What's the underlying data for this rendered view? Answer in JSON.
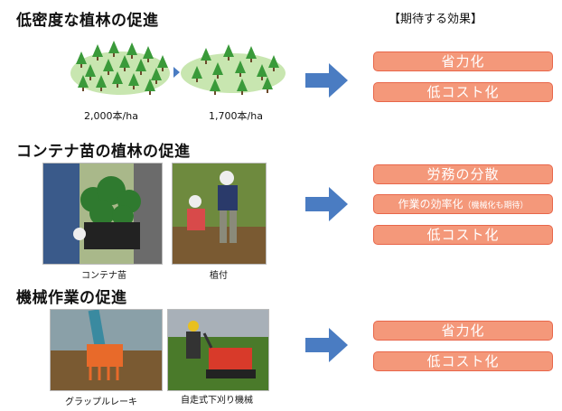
{
  "sections": [
    {
      "heading": "低密度な植林の促進",
      "captions": [
        "2,000本/ha",
        "1,700本/ha"
      ],
      "effects": [
        {
          "label": "省力化"
        },
        {
          "label": "低コスト化"
        }
      ]
    },
    {
      "heading": "コンテナ苗の植林の促進",
      "captions": [
        "コンテナ苗",
        "植付"
      ],
      "effects": [
        {
          "label": "労務の分散"
        },
        {
          "label": "作業の効率化",
          "note": "（機械化も期待）"
        },
        {
          "label": "低コスト化"
        }
      ]
    },
    {
      "heading": "機械作業の促進",
      "captions": [
        "グラップルレーキ",
        "自走式下刈り機械"
      ],
      "effects": [
        {
          "label": "省力化"
        },
        {
          "label": "低コスト化"
        }
      ]
    }
  ],
  "effects_title": "【期待する効果】",
  "colors": {
    "effect_fill": "#f4987a",
    "effect_border": "#e8664a",
    "arrow": "#4a7cc2",
    "forest_ellipse": "#c8e6b0",
    "tree": "#3a9a3a"
  },
  "icons": [
    "tree-icon",
    "right-arrow-icon",
    "chevron-right-icon"
  ]
}
